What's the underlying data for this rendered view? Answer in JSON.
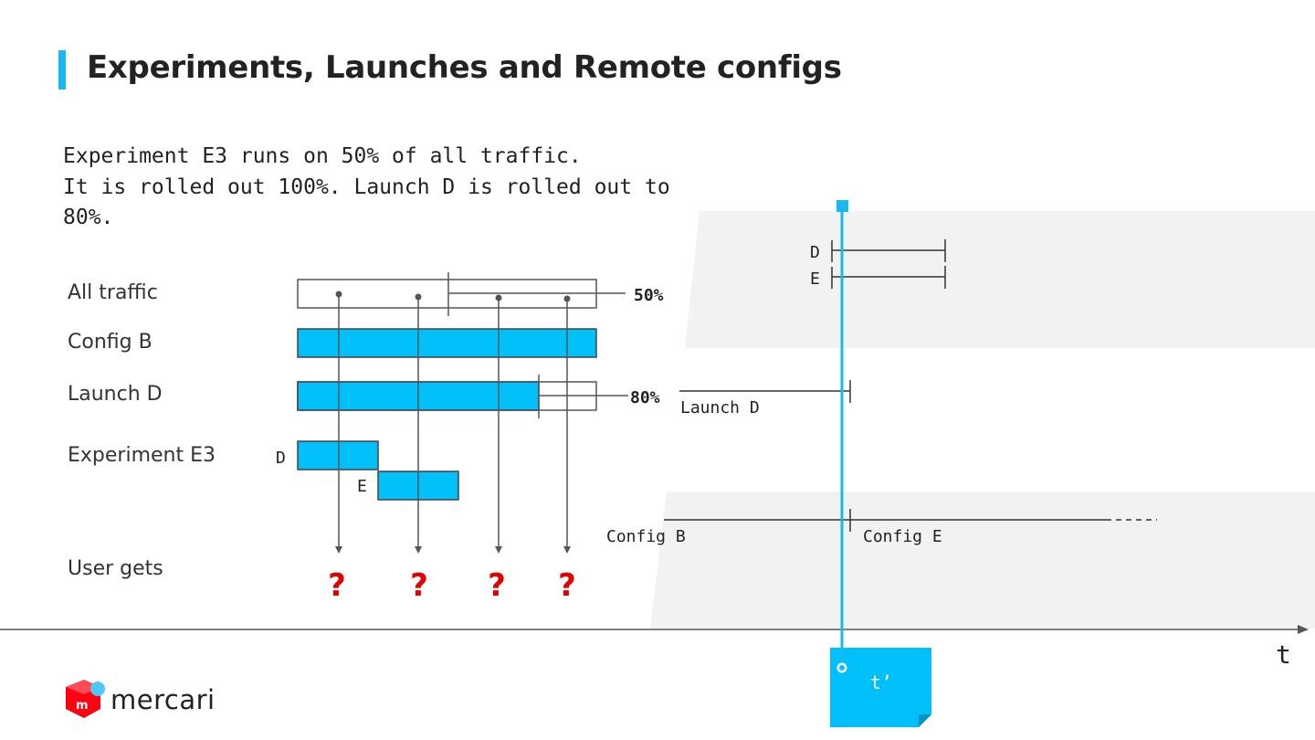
{
  "slide": {
    "title": "Experiments, Launches and Remote configs",
    "description": [
      "Experiment E3 runs on 50% of all traffic.",
      "It is rolled out 100%. Launch D is rolled out to",
      "80%."
    ]
  },
  "rows": {
    "all_traffic": "All traffic",
    "config_b": "Config B",
    "launch_d": "Launch D",
    "experiment_e3": "Experiment E3",
    "user_gets": "User gets"
  },
  "bars": {
    "all_traffic_pct": "50%",
    "launch_d_pct": "80%",
    "variant_d": "D",
    "variant_e": "E",
    "user_gets_marks": [
      "?",
      "?",
      "?",
      "?"
    ]
  },
  "timeline": {
    "exp_d": "D",
    "exp_e": "E",
    "launch_d": "Launch D",
    "config_b": "Config B",
    "config_e": "Config E",
    "axis": "t",
    "marker": "t’"
  },
  "logo": {
    "text": "mercari",
    "mark": "m"
  },
  "colors": {
    "accent": "#1ab8f0",
    "bar_fill": "#00bff9",
    "question": "#e00000",
    "band": "#f2f2f2"
  }
}
